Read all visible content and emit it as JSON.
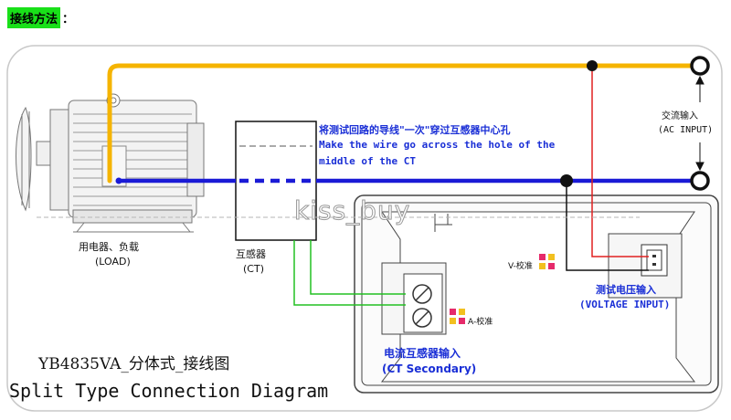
{
  "header": {
    "label": "接线方法",
    "colon": "："
  },
  "instructions": {
    "cn": "将测试回路的导线\"一次\"穿过互感器中心孔",
    "en_line1": "Make the wire go across the hole of the",
    "en_line2": "middle of the CT"
  },
  "ac_input": {
    "cn": "交流输入",
    "en": "(AC INPUT)"
  },
  "load": {
    "cn": "用电器、负载",
    "en": "(LOAD)"
  },
  "ct": {
    "cn": "互感器",
    "en": "(CT)"
  },
  "v_cal": "V-校准",
  "a_cal": "A-校准",
  "voltage_input": {
    "cn": "测试电压输入",
    "en": "(VOLTAGE INPUT)"
  },
  "ct_secondary": {
    "cn": "电流互感器输入",
    "en": "(CT Secondary)"
  },
  "title": {
    "cn": "YB4835VA_分体式_接线图",
    "en": "Split Type Connection Diagram"
  },
  "watermark": "kiss_buy",
  "colors": {
    "phase_wire": "#f5b400",
    "neutral_wire": "#1a1ad6",
    "voltage_wire": "#e02020",
    "ct_wire": "#22c022",
    "label_blue": "#1a2fd6",
    "header_bg": "#19e019"
  }
}
